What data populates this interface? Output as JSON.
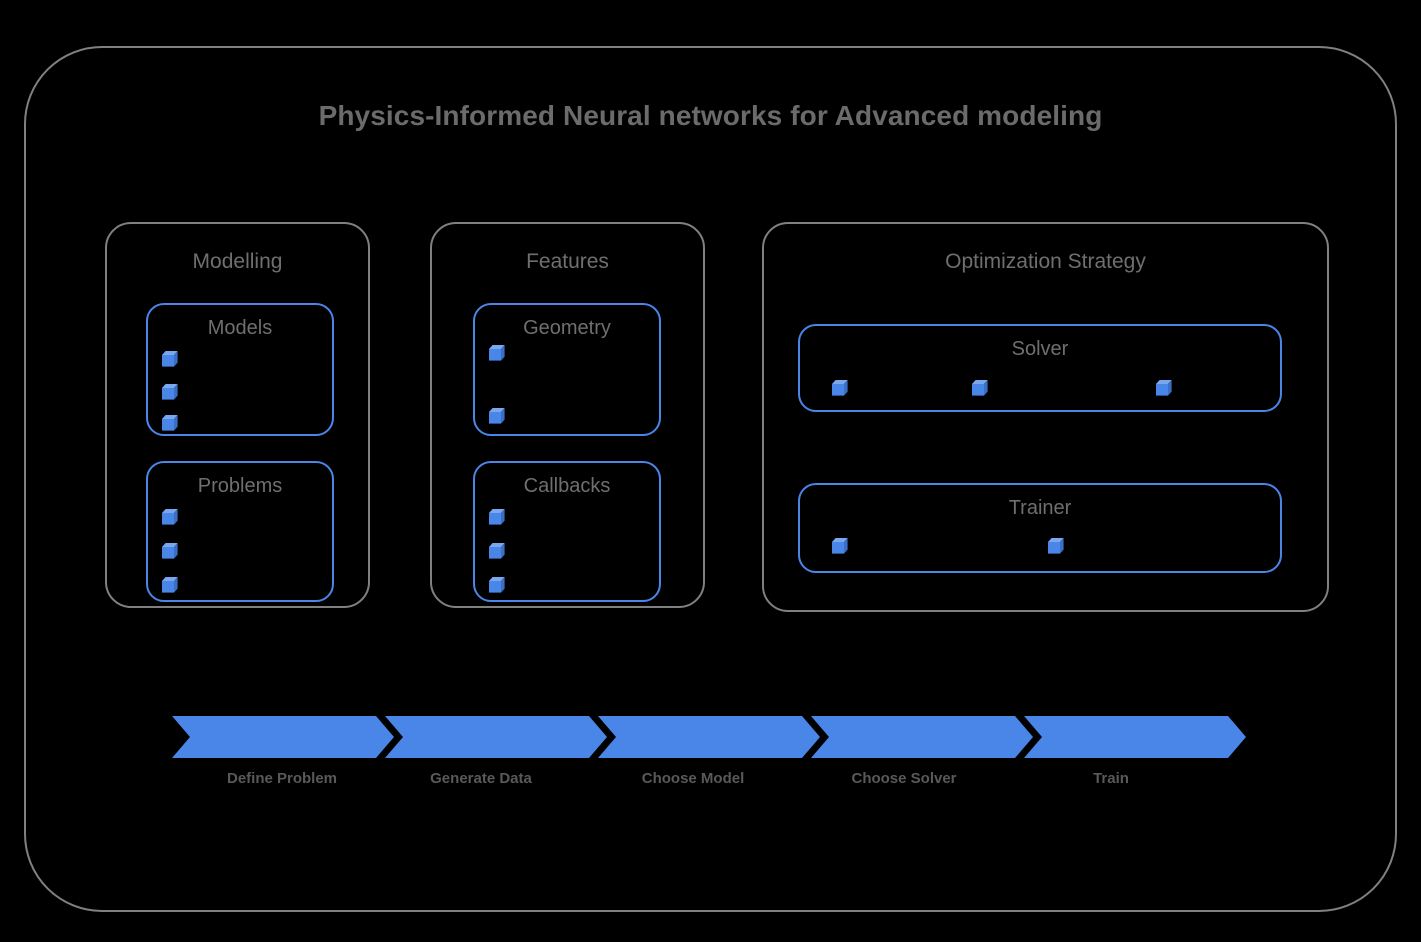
{
  "diagram": {
    "title": "Physics-Informed Neural networks for Advanced modeling",
    "colors": {
      "background": "#000000",
      "outer_border": "#808080",
      "group_border": "#808080",
      "inner_border": "#4a86e8",
      "accent_blue": "#4a86e8",
      "title_text": "#6b6b6b",
      "label_text": "#595959"
    }
  },
  "groups": [
    {
      "id": "modelling",
      "title": "Modelling",
      "boxes": [
        {
          "id": "models",
          "title": "Models",
          "item_count": 3,
          "item_icon": "cube-icon"
        },
        {
          "id": "problems",
          "title": "Problems",
          "item_count": 3,
          "item_icon": "cube-icon"
        }
      ]
    },
    {
      "id": "features",
      "title": "Features",
      "boxes": [
        {
          "id": "geometry",
          "title": "Geometry",
          "item_count": 2,
          "item_icon": "cube-icon"
        },
        {
          "id": "callbacks",
          "title": "Callbacks",
          "item_count": 3,
          "item_icon": "cube-icon"
        }
      ]
    },
    {
      "id": "optimization",
      "title": "Optimization Strategy",
      "boxes": [
        {
          "id": "solver",
          "title": "Solver",
          "item_count": 3,
          "item_icon": "cube-icon"
        },
        {
          "id": "trainer",
          "title": "Trainer",
          "item_count": 2,
          "item_icon": "cube-icon"
        }
      ]
    }
  ],
  "process_flow": {
    "steps": [
      {
        "label": "Define Problem"
      },
      {
        "label": "Generate Data"
      },
      {
        "label": "Choose Model"
      },
      {
        "label": "Choose Solver"
      },
      {
        "label": "Train"
      }
    ]
  }
}
